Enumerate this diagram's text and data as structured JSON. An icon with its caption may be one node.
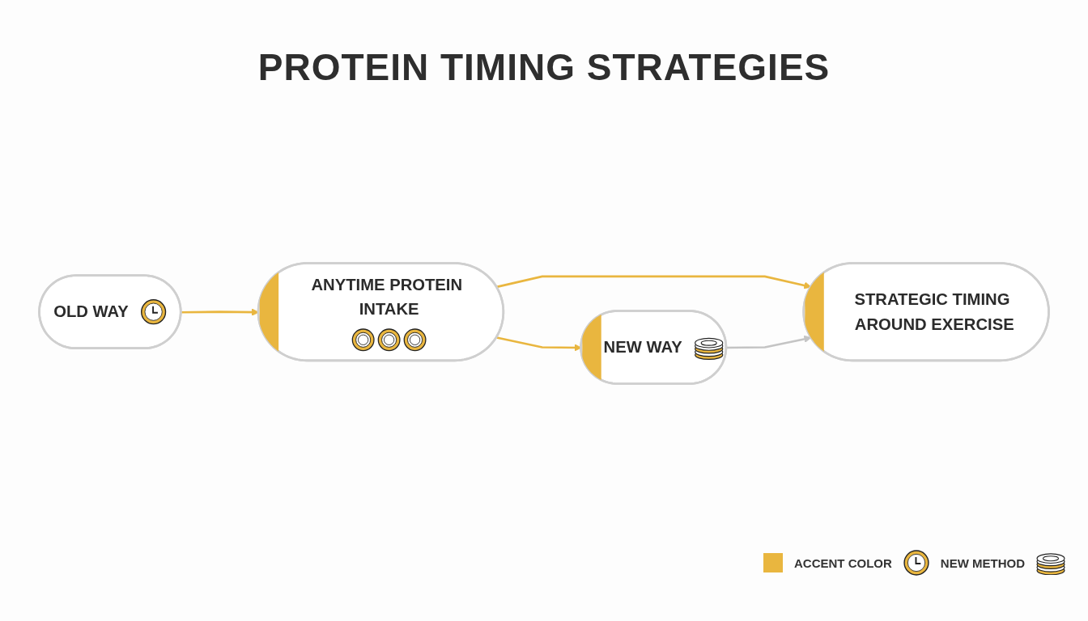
{
  "diagram": {
    "title": "PROTEIN TIMING STRATEGIES",
    "nodes": [
      {
        "text": [
          "OLD WAY"
        ]
      },
      {
        "text": [
          "ANYTIME PROTEIN INTAKE"
        ]
      },
      {
        "text": [
          "NEW WAY"
        ]
      },
      {
        "text": [
          "STRATEGIC TIMING AROUND EXERCISE"
        ]
      }
    ],
    "edges": [
      {
        "from": 0,
        "to": 1,
        "arrow": "to"
      },
      {
        "from": 1,
        "to": 2,
        "arrow": "to"
      },
      {
        "from": 1,
        "to": 3,
        "arrow": "to"
      },
      {
        "from": 2,
        "to": 3,
        "arrow": "to",
        "color": "#c4c4c4"
      }
    ],
    "legend": [
      {
        "text": "ACCENT COLOR",
        "color": "#e9b63f"
      },
      {
        "text": "NEW METHOD"
      }
    ]
  }
}
